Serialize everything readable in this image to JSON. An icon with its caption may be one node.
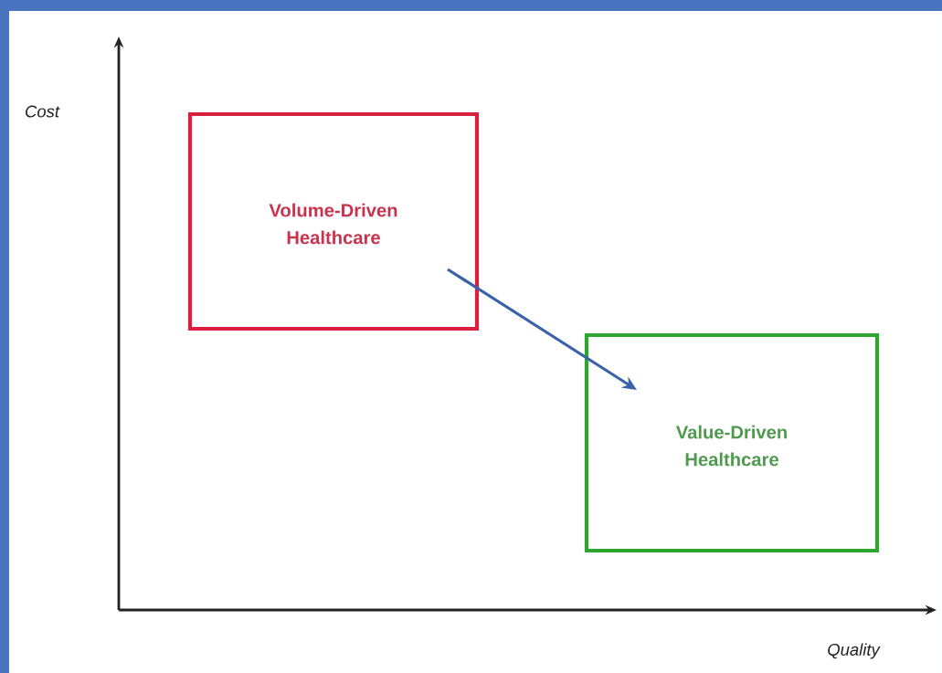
{
  "diagram": {
    "nodes": [
      {
        "text": [
          "Volume-Driven Healthcare"
        ]
      },
      {
        "text": [
          "Value-Driven Healthcare"
        ]
      }
    ],
    "edges": [
      {
        "from": 0,
        "to": 1,
        "arrow": "to"
      }
    ],
    "labels": [
      "Cost",
      "Quality"
    ]
  }
}
